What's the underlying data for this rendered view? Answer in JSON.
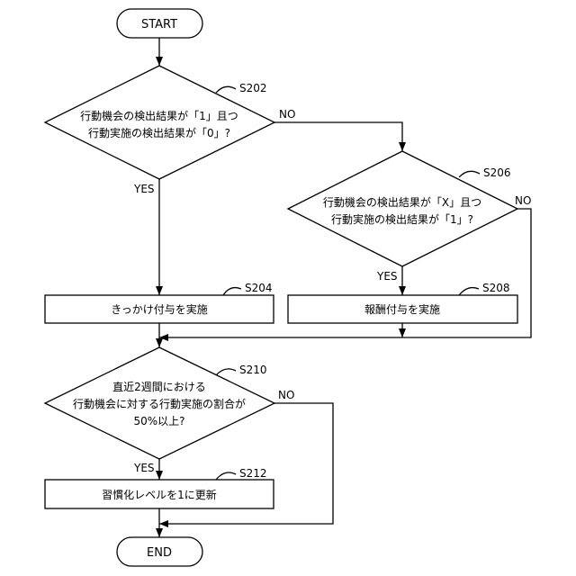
{
  "flowchart": {
    "start": "START",
    "end": "END",
    "s202": {
      "code": "S202",
      "line1": "行動機会の検出結果が「1」且つ",
      "line2": "行動実施の検出結果が「0」?",
      "yes": "YES",
      "no": "NO"
    },
    "s206": {
      "code": "S206",
      "line1": "行動機会の検出結果が「X」且つ",
      "line2": "行動実施の検出結果が「1」?",
      "yes": "YES",
      "no": "NO"
    },
    "s204": {
      "code": "S204",
      "label": "きっかけ付与を実施"
    },
    "s208": {
      "code": "S208",
      "label": "報酬付与を実施"
    },
    "s210": {
      "code": "S210",
      "line1": "直近2週間における",
      "line2": "行動機会に対する行動実施の割合が",
      "line3": "50%以上?",
      "yes": "YES",
      "no": "NO"
    },
    "s212": {
      "code": "S212",
      "label": "習慣化レベルを1に更新"
    }
  }
}
